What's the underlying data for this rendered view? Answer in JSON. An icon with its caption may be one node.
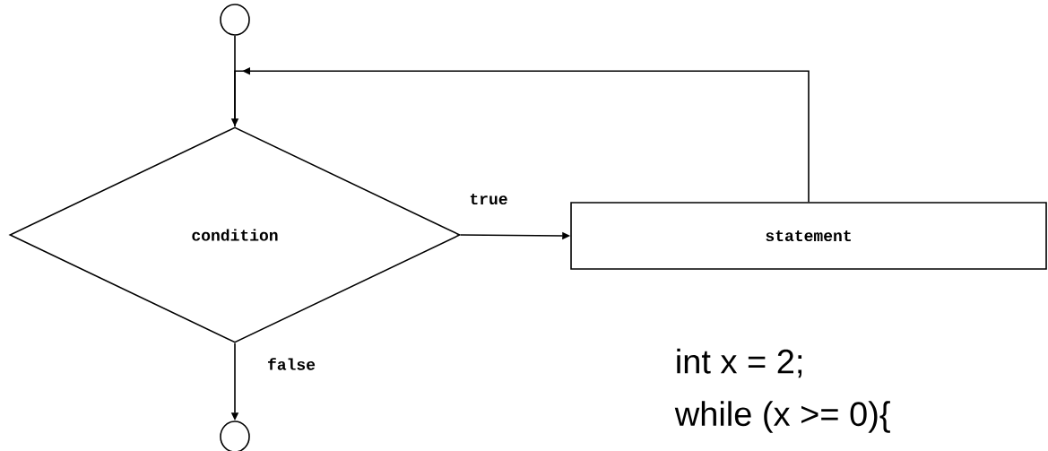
{
  "diagram": {
    "nodes": [
      {
        "text": [],
        "shape": "circle"
      },
      {
        "text": [
          "condition"
        ]
      },
      {
        "text": [
          "statement"
        ]
      },
      {
        "text": [],
        "shape": "circle"
      }
    ],
    "edges": [
      {
        "from": 0,
        "to": 1,
        "arrow": "to"
      },
      {
        "from": 1,
        "to": 2,
        "arrow": "to",
        "label": "true"
      },
      {
        "from": 1,
        "to": 3,
        "arrow": "to",
        "label": "false"
      },
      {
        "from": 2,
        "to": 1,
        "arrow": "to"
      }
    ],
    "labels": [
      "int x = 2;",
      "while (x >= 0){"
    ]
  }
}
